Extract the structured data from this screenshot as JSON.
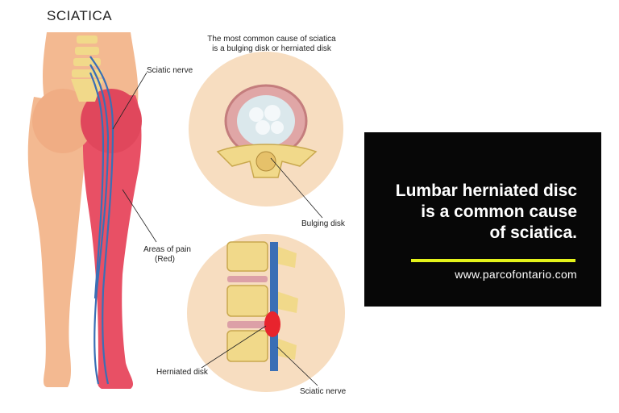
{
  "title": "SCIATICA",
  "caption": {
    "line1": "The most common cause of sciatica",
    "line2": "is a bulging disk or herniated disk"
  },
  "labels": {
    "sciatic_nerve_top": "Sciatic nerve",
    "areas_of_pain_line1": "Areas of pain",
    "areas_of_pain_line2": "(Red)",
    "bulging_disk": "Bulging disk",
    "herniated_disk": "Herniated disk",
    "sciatic_nerve_bottom": "Sciatic nerve"
  },
  "promo": {
    "headline_line1": "Lumbar herniated disc",
    "headline_line2": "is a common cause",
    "headline_line3": "of sciatica.",
    "url": "www.parcofontario.com"
  },
  "colors": {
    "skin": "#f3b991",
    "pain": "#e85065",
    "nerve": "#3a6fb5",
    "disc_bg": "#f7ddc0",
    "vertebra": "#f1d98a",
    "promo_bg": "#070707",
    "accent_line": "#e3f21a"
  }
}
